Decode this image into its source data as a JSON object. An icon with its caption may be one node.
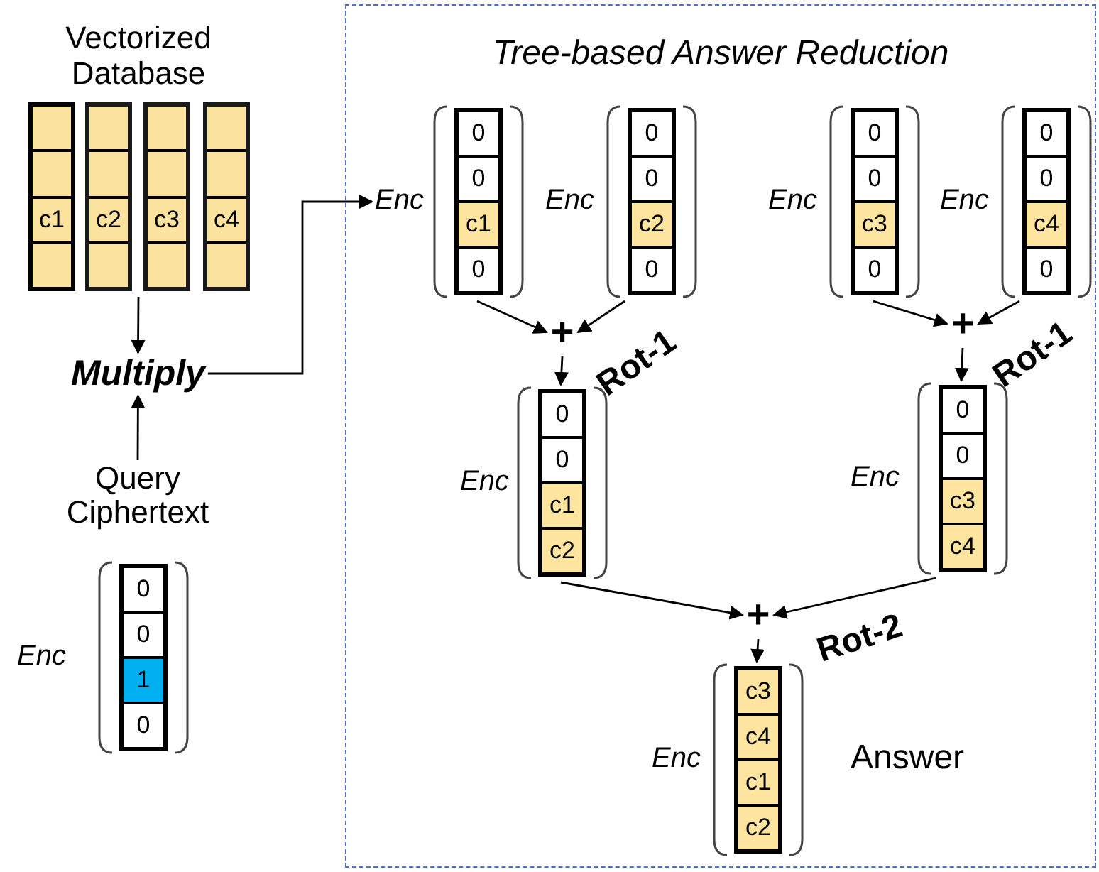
{
  "diagram": {
    "nodes": [
      {
        "text": [
          "Vectorized Database"
        ]
      },
      {
        "text": [
          "c1"
        ],
        "in": 0
      },
      {
        "text": [
          "c2"
        ],
        "in": 0
      },
      {
        "text": [
          "c3"
        ],
        "in": 0
      },
      {
        "text": [
          "c4"
        ],
        "in": 0
      },
      {
        "text": [
          "Multiply"
        ]
      },
      {
        "text": [
          "Query Ciphertext"
        ]
      },
      {
        "text": [
          "0",
          "0",
          "1",
          "0"
        ],
        "beside": [
          "Enc"
        ]
      },
      {
        "text": [
          "Tree-based Answer Reduction"
        ]
      },
      {
        "text": [
          "0",
          "0",
          "c1",
          "0"
        ],
        "beside": [
          "Enc"
        ],
        "in": 8
      },
      {
        "text": [
          "0",
          "0",
          "c2",
          "0"
        ],
        "beside": [
          "Enc"
        ],
        "in": 8
      },
      {
        "text": [
          "0",
          "0",
          "c3",
          "0"
        ],
        "beside": [
          "Enc"
        ],
        "in": 8
      },
      {
        "text": [
          "0",
          "0",
          "c4",
          "0"
        ],
        "beside": [
          "Enc"
        ],
        "in": 8
      },
      {
        "text": [
          "+"
        ],
        "in": 8
      },
      {
        "text": [
          "+"
        ],
        "in": 8
      },
      {
        "text": [
          "0",
          "0",
          "c1",
          "c2"
        ],
        "beside": [
          "Enc"
        ],
        "in": 8
      },
      {
        "text": [
          "0",
          "0",
          "c3",
          "c4"
        ],
        "beside": [
          "Enc"
        ],
        "in": 8
      },
      {
        "text": [
          "+"
        ],
        "in": 8
      },
      {
        "text": [
          "c3",
          "c4",
          "c1",
          "c2"
        ],
        "beside": [
          "Enc",
          "Answer"
        ],
        "in": 8
      }
    ],
    "edges": [
      {
        "from": 0,
        "to": 5,
        "arrow": "to"
      },
      {
        "from": 6,
        "to": 5,
        "arrow": "to"
      },
      {
        "from": 5,
        "to": 9,
        "arrow": "to"
      },
      {
        "from": 9,
        "to": 13,
        "arrow": "to"
      },
      {
        "from": 10,
        "to": 13,
        "arrow": "to",
        "label": "Rot-1"
      },
      {
        "from": 11,
        "to": 14,
        "arrow": "to"
      },
      {
        "from": 12,
        "to": 14,
        "arrow": "to",
        "label": "Rot-1"
      },
      {
        "from": 13,
        "to": 15,
        "arrow": "to"
      },
      {
        "from": 14,
        "to": 16,
        "arrow": "to"
      },
      {
        "from": 15,
        "to": 17,
        "arrow": "to"
      },
      {
        "from": 16,
        "to": 17,
        "arrow": "to",
        "label": "Rot-2"
      },
      {
        "from": 17,
        "to": 18,
        "arrow": "to"
      }
    ]
  }
}
